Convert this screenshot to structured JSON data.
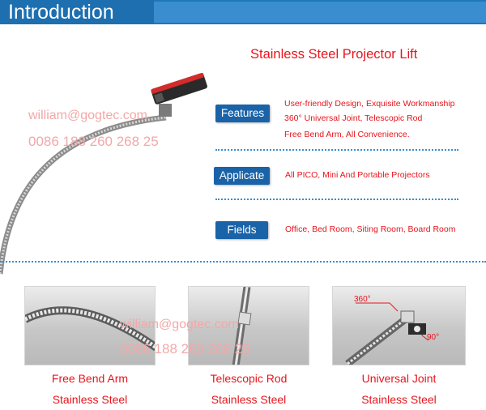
{
  "header": {
    "title": "Introduction"
  },
  "product": {
    "title": "Stainless Steel Projector Lift"
  },
  "watermark": {
    "email": "william@gogtec.com",
    "phone": "0086 188 260 268 25"
  },
  "sections": [
    {
      "label": "Features",
      "lines": [
        "User-friendly Design, Exquisite Workmanship",
        "360° Universal Joint, Telescopic Rod",
        "Free Bend Arm, All Convenience."
      ]
    },
    {
      "label": "Applicate",
      "lines": [
        "All PICO, Mini And Portable Projectors"
      ]
    },
    {
      "label": "Fields",
      "lines": [
        "Office, Bed Room, Siting Room, Board Room"
      ]
    }
  ],
  "gallery": [
    {
      "caption": "Free Bend Arm",
      "sub": "Stainless Steel"
    },
    {
      "caption": "Telescopic Rod",
      "sub": "Stainless Steel"
    },
    {
      "caption": "Universal Joint",
      "sub": "Stainless Steel",
      "callouts": [
        "360°",
        "90°"
      ]
    }
  ],
  "colors": {
    "accent": "#e8141c",
    "brand": "#1a63a8",
    "header": "#1e78b8"
  }
}
